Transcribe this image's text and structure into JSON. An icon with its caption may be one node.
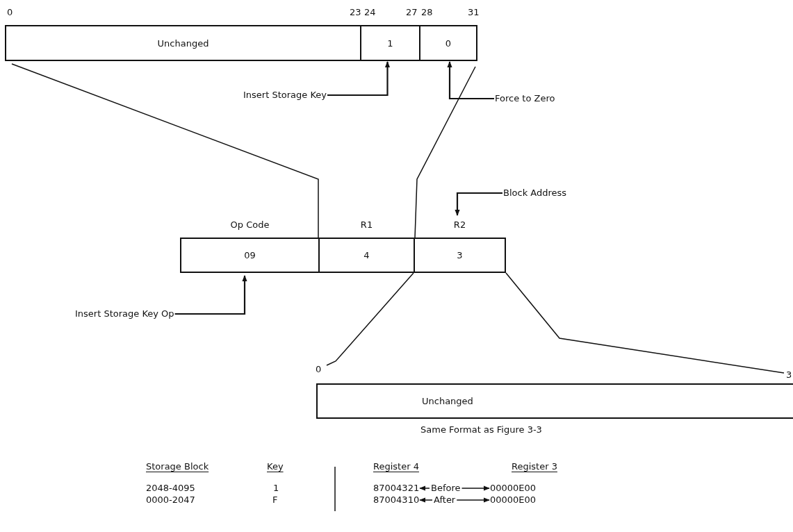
{
  "diagram": {
    "nodes": [
      {
        "text": [
          "Unchanged"
        ]
      },
      {
        "text": [
          "1"
        ]
      },
      {
        "text": [
          "0"
        ]
      },
      {
        "text": [
          "Insert Storage Key"
        ]
      },
      {
        "text": [
          "Force to Zero"
        ]
      },
      {
        "text": [
          "Op Code",
          "09"
        ]
      },
      {
        "text": [
          "R1",
          "4"
        ]
      },
      {
        "text": [
          "R2",
          "3"
        ]
      },
      {
        "text": [
          "Block Address"
        ]
      },
      {
        "text": [
          "Insert Storage Key Op"
        ]
      },
      {
        "text": [
          "Unchanged"
        ],
        "beside": [
          "Same Format as Figure 3-3"
        ]
      }
    ],
    "edges": [
      {
        "from": 3,
        "to": 1,
        "arrow": "to"
      },
      {
        "from": 4,
        "to": 2,
        "arrow": "to"
      },
      {
        "from": 6,
        "to": 0,
        "arrow": "none"
      },
      {
        "from": 6,
        "to": 2,
        "arrow": "none"
      },
      {
        "from": 8,
        "to": 7,
        "arrow": "to"
      },
      {
        "from": 9,
        "to": 5,
        "arrow": "to"
      },
      {
        "from": 7,
        "to": 10,
        "arrow": "none"
      },
      {
        "from": 7,
        "to": 10,
        "arrow": "none"
      }
    ],
    "labels": [
      "0",
      "23",
      "24",
      "27",
      "28",
      "31",
      "0",
      "3",
      "Storage Block",
      "Key",
      "Register 4",
      "Register 3",
      "2048-4095",
      "1",
      "87004321",
      "Before",
      "00000E00",
      "0000-2047",
      "F",
      "87004310",
      "After",
      "00000E00"
    ]
  }
}
